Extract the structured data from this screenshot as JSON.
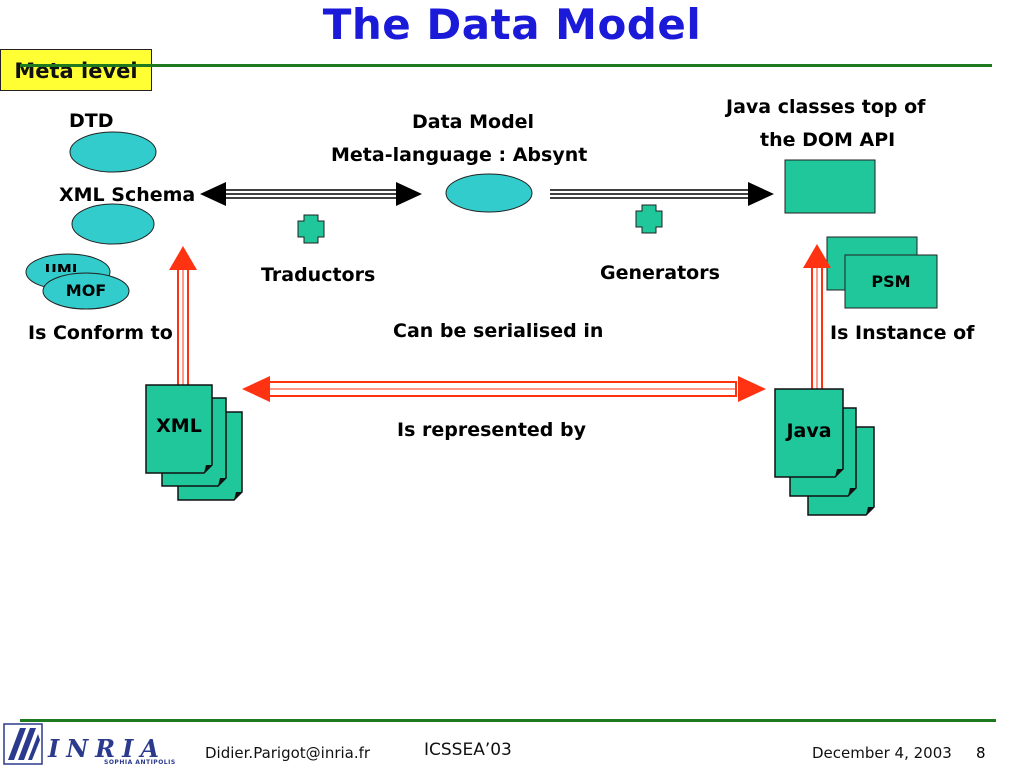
{
  "title": "The Data Model",
  "meta_level": "Meta level",
  "left": {
    "dtd": "DTD",
    "xml_schema": "XML Schema",
    "uml": "UML",
    "mof": "MOF",
    "conform": "Is Conform to",
    "doc": "XML"
  },
  "center": {
    "line1": "Data Model",
    "line2": "Meta-language : Absynt",
    "serialised": "Can be serialised in",
    "represented": "Is represented by"
  },
  "labels": {
    "traductors": "Traductors",
    "generators": "Generators"
  },
  "right": {
    "java_line1": "Java classes top of",
    "java_line2": "the DOM API",
    "psm": "PSM",
    "instance": "Is Instance of",
    "doc": "Java"
  },
  "footer": {
    "logo": "INRIA",
    "logo_sub": "SOPHIA ANTIPOLIS",
    "email": "Didier.Parigot@inria.fr",
    "conference": "ICSSEA’03",
    "date": "December 4, 2003",
    "page": "8"
  },
  "colors": {
    "title": "#1a1ad8",
    "rule": "#1f7a1f",
    "teal": "#33cccc",
    "green": "#1fc79a",
    "arrow_red": "#ff3311",
    "highlight": "#ffff33"
  }
}
